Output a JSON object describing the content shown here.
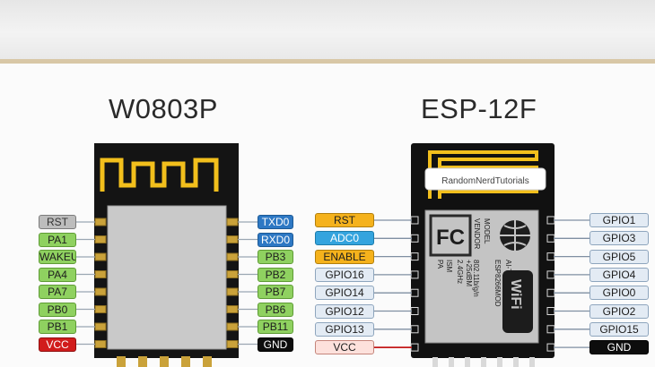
{
  "w0803p": {
    "title": "W0803P",
    "left_pins": [
      {
        "label": "RST",
        "color": "gray"
      },
      {
        "label": "PA1",
        "color": "green"
      },
      {
        "label": "WAKEUP",
        "color": "green"
      },
      {
        "label": "PA4",
        "color": "green"
      },
      {
        "label": "PA7",
        "color": "green"
      },
      {
        "label": "PB0",
        "color": "green"
      },
      {
        "label": "PB1",
        "color": "green"
      },
      {
        "label": "VCC",
        "color": "red"
      }
    ],
    "right_pins": [
      {
        "label": "TXD0",
        "color": "blue"
      },
      {
        "label": "RXD0",
        "color": "blue"
      },
      {
        "label": "PB3",
        "color": "green"
      },
      {
        "label": "PB2",
        "color": "green"
      },
      {
        "label": "PB7",
        "color": "green"
      },
      {
        "label": "PB6",
        "color": "green"
      },
      {
        "label": "PB11",
        "color": "green"
      },
      {
        "label": "GND",
        "color": "black"
      }
    ]
  },
  "esp12f": {
    "title": "ESP-12F",
    "brand_label": "RandomNerdTutorials",
    "shield_text": {
      "model": "MODEL",
      "vendor": "VENDOR",
      "model_name": "ESP8266MOD",
      "maker": "AI-THINKER",
      "ism": "ISM",
      "freq": "2.4GHz",
      "pa": "PA",
      "dbm": "+25dBM",
      "std": "802.11b/g/n",
      "fc": "FC",
      "wifi": "WiFi"
    },
    "left_pins": [
      {
        "label": "RST",
        "color": "orange"
      },
      {
        "label": "ADC0",
        "color": "lblue"
      },
      {
        "label": "ENABLE",
        "color": "orange"
      },
      {
        "label": "GPIO16",
        "color": "lgray"
      },
      {
        "label": "GPIO14",
        "color": "lgray"
      },
      {
        "label": "GPIO12",
        "color": "lgray"
      },
      {
        "label": "GPIO13",
        "color": "lgray"
      },
      {
        "label": "VCC",
        "color": "pink"
      }
    ],
    "right_pins": [
      {
        "label": "GPIO1",
        "color": "lgray"
      },
      {
        "label": "GPIO3",
        "color": "lgray"
      },
      {
        "label": "GPIO5",
        "color": "lgray"
      },
      {
        "label": "GPIO4",
        "color": "lgray"
      },
      {
        "label": "GPIO0",
        "color": "lgray"
      },
      {
        "label": "GPIO2",
        "color": "lgray"
      },
      {
        "label": "GPIO15",
        "color": "lgray"
      },
      {
        "label": "GND",
        "color": "black"
      }
    ]
  },
  "colors": {
    "board": "#111111",
    "antenna": "#f2bf1c",
    "shield": "#c8c8c8",
    "pad": "#caa23a"
  }
}
